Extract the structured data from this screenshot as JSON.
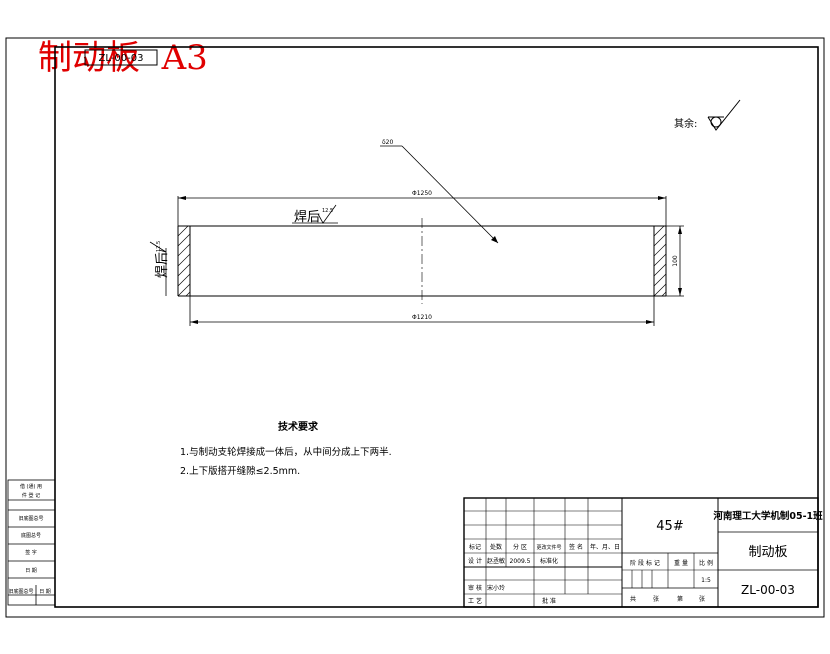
{
  "title_overlay": "制动板  A3",
  "drawing_code_box": "ZL-00-03",
  "roughness_note": "其余:",
  "dimensions": {
    "diameter_outer": "Φ1250",
    "diameter_inner": "Φ1210",
    "height": "100",
    "thickness": "δ20",
    "weld_top": "焊后",
    "weld_top_value": "12.5",
    "weld_left": "焊后",
    "weld_left_value": "12.5"
  },
  "tech_req": {
    "heading": "技术要求",
    "items": [
      "1.与制动支轮焊接成一体后，从中间分成上下两半.",
      "2.上下版搭开缝隙≤2.5mm."
    ]
  },
  "title_block": {
    "material": "45#",
    "school": "河南理工大学机制05-1班",
    "part_name": "制动板",
    "drawing_no": "ZL-00-03",
    "scale": "1:5",
    "header_row": [
      "标记",
      "处数",
      "分 区",
      "更改文件号",
      "签 名",
      "年、月、日"
    ],
    "designer_row": [
      "设 计",
      "赵丞敏",
      "2009.5",
      "标准化"
    ],
    "review_row": [
      "审 核",
      "宋小玲"
    ],
    "process_row": [
      "工 艺",
      "批 准"
    ],
    "stage_row": [
      "阶 段 标 记",
      "重 量",
      "比 例"
    ],
    "sheets_row": [
      "共",
      "张",
      "第",
      "张"
    ]
  },
  "side_table": [
    "借 (通) 用",
    "件 登 记",
    "旧底图总号",
    "底图总号",
    "签 字",
    "日 期",
    "旧底图总号",
    "日 期"
  ]
}
